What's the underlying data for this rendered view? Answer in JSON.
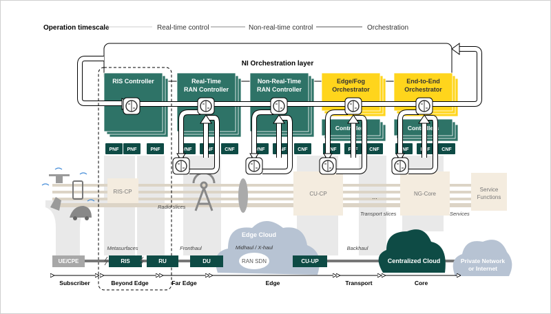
{
  "header": {
    "title": "Operation timescale",
    "scales": [
      "Real-time control",
      "Non-real-time control",
      "Orchestration"
    ]
  },
  "orchestration": {
    "label": "NI Orchestration layer"
  },
  "controllers": [
    {
      "line1": "RIS Controller",
      "line2": "",
      "color": "#2e7367",
      "functions": [
        "PNF",
        "PNF",
        "PNF"
      ]
    },
    {
      "line1": "Real-Time",
      "line2": "RAN Controller",
      "color": "#2e7367",
      "functions": [
        "VNF",
        "PNF",
        "CNF"
      ]
    },
    {
      "line1": "Non-Real-Time",
      "line2": "RAN Controller",
      "color": "#2e7367",
      "functions": [
        "VNF",
        "PNF",
        "CNF"
      ]
    },
    {
      "line1": "Edge/Fog",
      "line2": "Orchestrator",
      "color": "#ffd51c",
      "sub": "Controllers",
      "functions": [
        "VNF",
        "PNF",
        "CNF"
      ]
    },
    {
      "line1": "End-to-End",
      "line2": "Orchestrator",
      "color": "#ffd51c",
      "sub": "Controllers",
      "functions": [
        "VNF",
        "PNF",
        "CNF"
      ]
    }
  ],
  "slices": {
    "ris_cp": "RIS-CP",
    "radio": "Radio slices",
    "cu_cp": "CU-CP",
    "ellipsis": "...",
    "transport": "Transport slices",
    "ng_core": "NG-Core",
    "services": "Services",
    "service_functions": [
      "Service",
      "Functions"
    ]
  },
  "infra": {
    "ue": "UE/CPE",
    "ris": "RIS",
    "ru": "RU",
    "du": "DU",
    "cu_up": "CU-UP",
    "metasurfaces": "Metasurfaces",
    "fronthaul": "Fronthaul",
    "midhaul": "Midhaul / X-haul",
    "backhaul": "Backhaul",
    "edge_cloud": "Edge Cloud",
    "ran_sdn": "RAN SDN",
    "central_cloud": "Centralized Cloud",
    "private": [
      "Private Network",
      "or Internet"
    ]
  },
  "regions": [
    "Subscriber",
    "Beyond Edge",
    "Far Edge",
    "Edge",
    "Transport",
    "Core"
  ],
  "colors": {
    "teal": "#2e7367",
    "dark_teal": "#0e4b45",
    "yellow": "#ffd51c",
    "beige": "#f4ecdf",
    "cloud": "#b7c3d3"
  }
}
